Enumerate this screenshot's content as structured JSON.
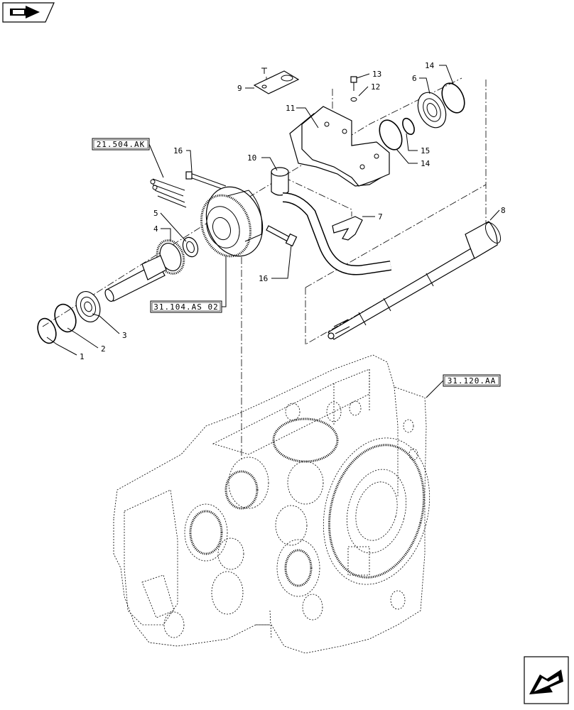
{
  "nav": {
    "prev_icon": "back-arrow-icon",
    "next_icon": "forward-arrow-icon"
  },
  "references": {
    "ref_21504AK": "21.504.AK",
    "ref_31104AS02": "31.104.AS 02",
    "ref_31120AA": "31.120.AA"
  },
  "callouts": {
    "c1": "1",
    "c2": "2",
    "c3": "3",
    "c4": "4",
    "c5": "5",
    "c6": "6",
    "c7": "7",
    "c8": "8",
    "c9": "9",
    "c10": "10",
    "c11": "11",
    "c12": "12",
    "c13": "13",
    "c14a": "14",
    "c14b": "14",
    "c15": "15",
    "c16a": "16",
    "c16b": "16"
  }
}
